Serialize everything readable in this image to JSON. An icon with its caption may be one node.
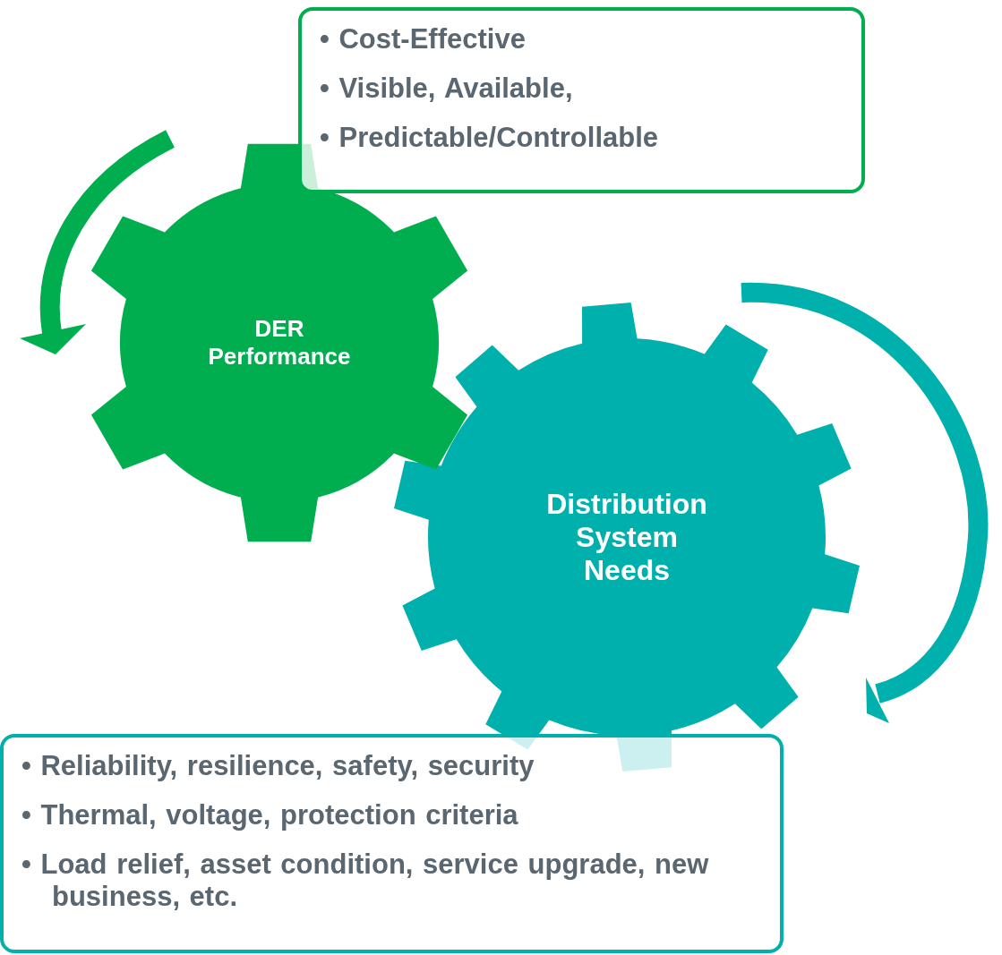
{
  "diagram": {
    "nodes": [
      {
        "text": [
          "• Cost-Effective",
          "• Visible, Available,",
          "• Predictable/Controllable"
        ]
      },
      {
        "text": [
          "DER Performance"
        ]
      },
      {
        "text": [
          "Distribution System Needs"
        ]
      },
      {
        "text": [
          "• Reliability, resilience, safety, security",
          "• Thermal, voltage, protection criteria",
          "• Load relief, asset condition, service upgrade, new business, etc."
        ]
      }
    ]
  }
}
